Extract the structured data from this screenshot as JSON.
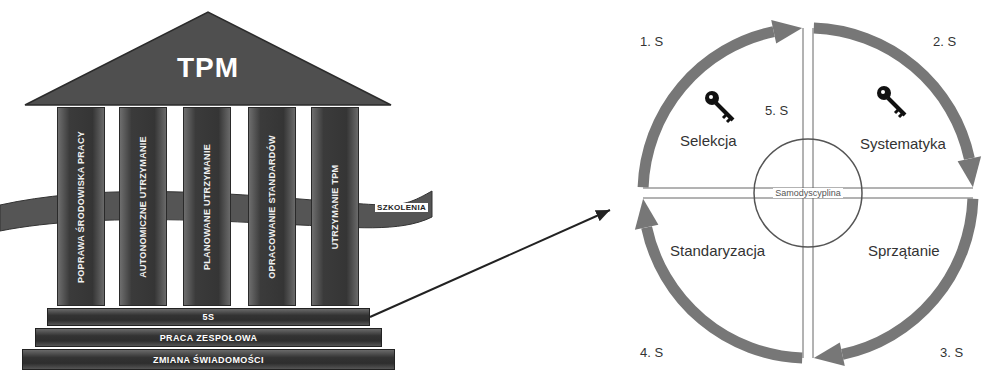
{
  "diagram": {
    "nodes": [
      {
        "text": [
          "TPM"
        ]
      },
      {
        "text": [
          "POPRAWA ŚRODOWISKA PRACY"
        ]
      },
      {
        "text": [
          "AUTONOMICZNE UTRZYMANIE"
        ]
      },
      {
        "text": [
          "PLANOWANE UTRZYMANIE"
        ]
      },
      {
        "text": [
          "OPRACOWANIE STANDARDÓW"
        ]
      },
      {
        "text": [
          "UTRZYMANIE TPM"
        ]
      },
      {
        "text": [
          "SZKOLENIA"
        ]
      },
      {
        "text": [
          "5S"
        ]
      },
      {
        "text": [
          "PRACA ZESPOŁOWA"
        ]
      },
      {
        "text": [
          "ZMIANA ŚWIADOMOŚCI"
        ]
      },
      {
        "text": [
          "Selekcja"
        ]
      },
      {
        "text": [
          "Systematyka"
        ]
      },
      {
        "text": [
          "Sprzątanie"
        ]
      },
      {
        "text": [
          "Standaryzacja"
        ]
      },
      {
        "text": [
          "Samodyscyplina"
        ]
      }
    ],
    "edges": [
      {
        "from": 7,
        "to": 13,
        "arrow": "to"
      }
    ],
    "labels": [
      "1. S",
      "2. S",
      "3. S",
      "4. S",
      "5. S"
    ]
  }
}
